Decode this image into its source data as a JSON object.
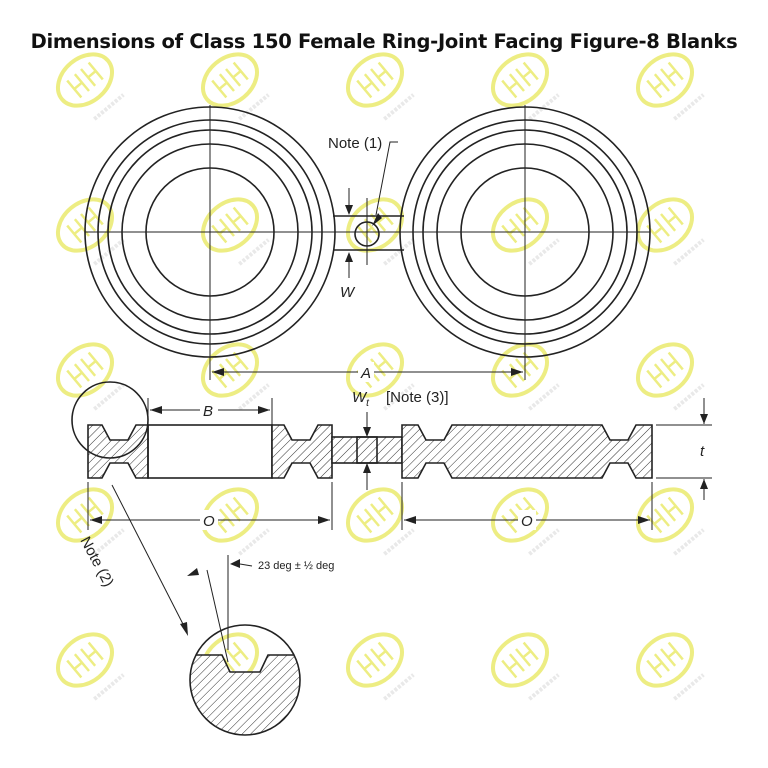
{
  "title": "Dimensions of Class 150 Female Ring-Joint Facing Figure-8 Blanks",
  "labels": {
    "note1": "Note (1)",
    "note2": "Note (2)",
    "note3": "[Note (3)]",
    "w": "W",
    "wt": "W",
    "wt_sub": "t",
    "a": "A",
    "b": "B",
    "o_left": "O",
    "o_right": "O",
    "t": "t",
    "angle": "23 deg ± ½ deg"
  },
  "watermark": {
    "text": "HAIHAO GROUP",
    "logo": "HH",
    "color": "#e8e85a"
  }
}
